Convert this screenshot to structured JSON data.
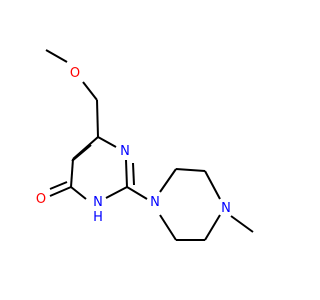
{
  "molecule": {
    "colors": {
      "bond": "#000000",
      "oxygen": "#ff0000",
      "nitrogen": "#0000ff",
      "background": "#ffffff"
    },
    "labels": {
      "ether_oxygen": "O",
      "carbonyl_oxygen": "O",
      "ring_nitrogen_n3": "N",
      "ring_nitrogen_n1": "N",
      "ring_nh_hydrogen": "H",
      "piperazine_n1": "N",
      "piperazine_n4": "N"
    }
  }
}
